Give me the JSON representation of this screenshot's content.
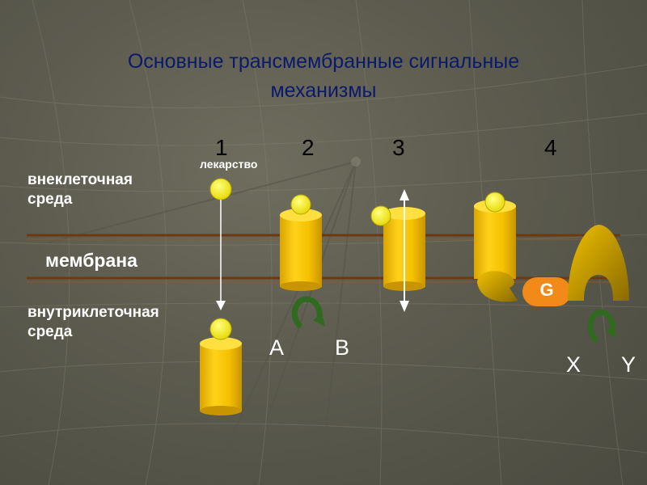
{
  "slide": {
    "title_line1": "Основные трансмембранные сигнальные",
    "title_line2": "механизмы",
    "mechanism_numbers": [
      "1",
      "2",
      "3",
      "4"
    ],
    "labels": {
      "extracellular_line1": "внеклеточная",
      "extracellular_line2": "среда",
      "membrane": "мембрана",
      "intracellular_line1": "внутриклеточная",
      "intracellular_line2": "среда",
      "drug": "лекарство"
    },
    "outputs": {
      "a": "A",
      "b": "B",
      "x": "X",
      "y": "Y"
    },
    "g_protein": "G"
  },
  "colors": {
    "title": "#0b1a6b",
    "membrane_line": "#6b3a12",
    "cylinder": "#f5c400",
    "ligand": "#f5f000",
    "arrow_green": "#2f6a1f",
    "g_protein": "#f28a1a"
  }
}
